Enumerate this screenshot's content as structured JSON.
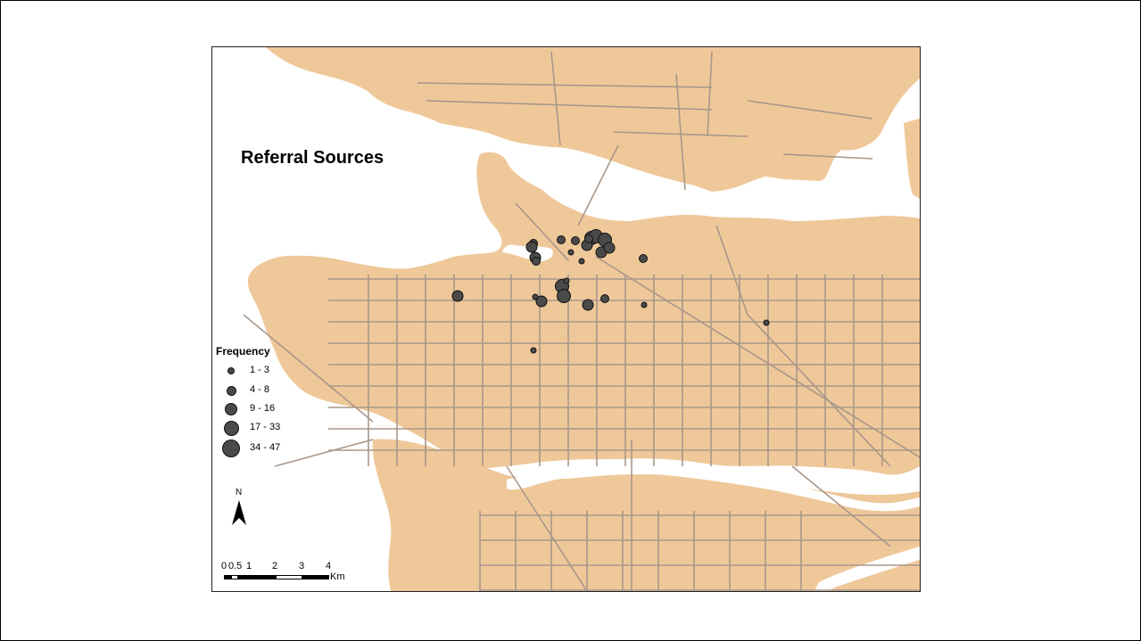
{
  "title": "Referral Sources",
  "legend": {
    "title": "Frequency",
    "classes": [
      {
        "label": "1 - 3",
        "level": 1
      },
      {
        "label": "4 - 8",
        "level": 2
      },
      {
        "label": "9 - 16",
        "level": 3
      },
      {
        "label": "17 - 33",
        "level": 4
      },
      {
        "label": "34 - 47",
        "level": 5
      }
    ]
  },
  "north_arrow": {
    "label": "N"
  },
  "scale_bar": {
    "ticks": [
      "0",
      "0.5",
      "1",
      "2",
      "3",
      "4"
    ],
    "unit": "Km"
  },
  "colors": {
    "land": "#efc89a",
    "water": "#ffffff",
    "roads": "#a8978a",
    "points": "#4a4a4a",
    "point_outline": "#111111"
  }
}
